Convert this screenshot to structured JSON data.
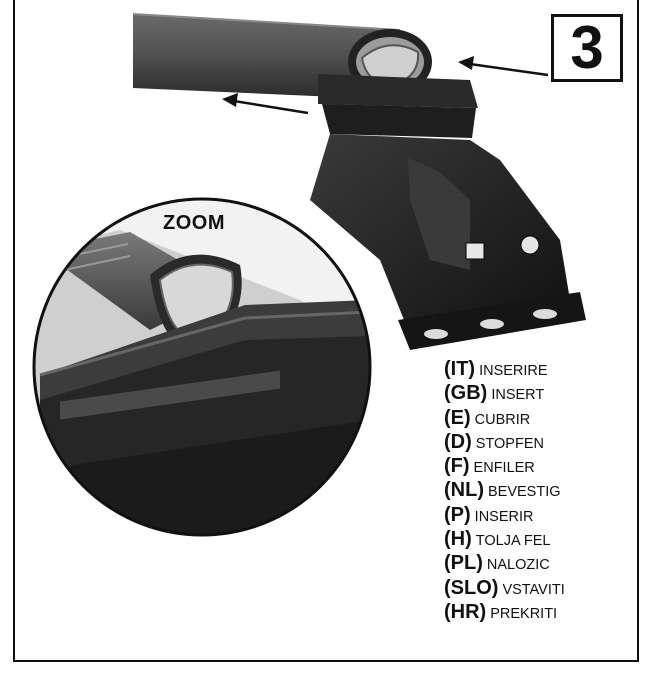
{
  "step": {
    "number": "3"
  },
  "zoom": {
    "label": "ZOOM"
  },
  "legend": [
    {
      "code": "(IT)",
      "word": "INSERIRE"
    },
    {
      "code": "(GB)",
      "word": "INSERT"
    },
    {
      "code": "(E)",
      "word": "CUBRIR"
    },
    {
      "code": "(D)",
      "word": "STOPFEN"
    },
    {
      "code": "(F)",
      "word": "ENFILER"
    },
    {
      "code": "(NL)",
      "word": "BEVESTIG"
    },
    {
      "code": "(P)",
      "word": "INSERIR"
    },
    {
      "code": "(H)",
      "word": "TOLJA FEL"
    },
    {
      "code": "(PL)",
      "word": "NALOZIC"
    },
    {
      "code": "(SLO)",
      "word": "VSTAVITI"
    },
    {
      "code": "(HR)",
      "word": "PREKRITI"
    }
  ],
  "colors": {
    "ink": "#111111",
    "metal_dark": "#1c1c1c",
    "metal_mid": "#4a4a4a",
    "metal_light": "#8a8a8a",
    "cap": "#b8b8b8"
  },
  "icons": {
    "arrow_left": "arrow-left-icon"
  }
}
